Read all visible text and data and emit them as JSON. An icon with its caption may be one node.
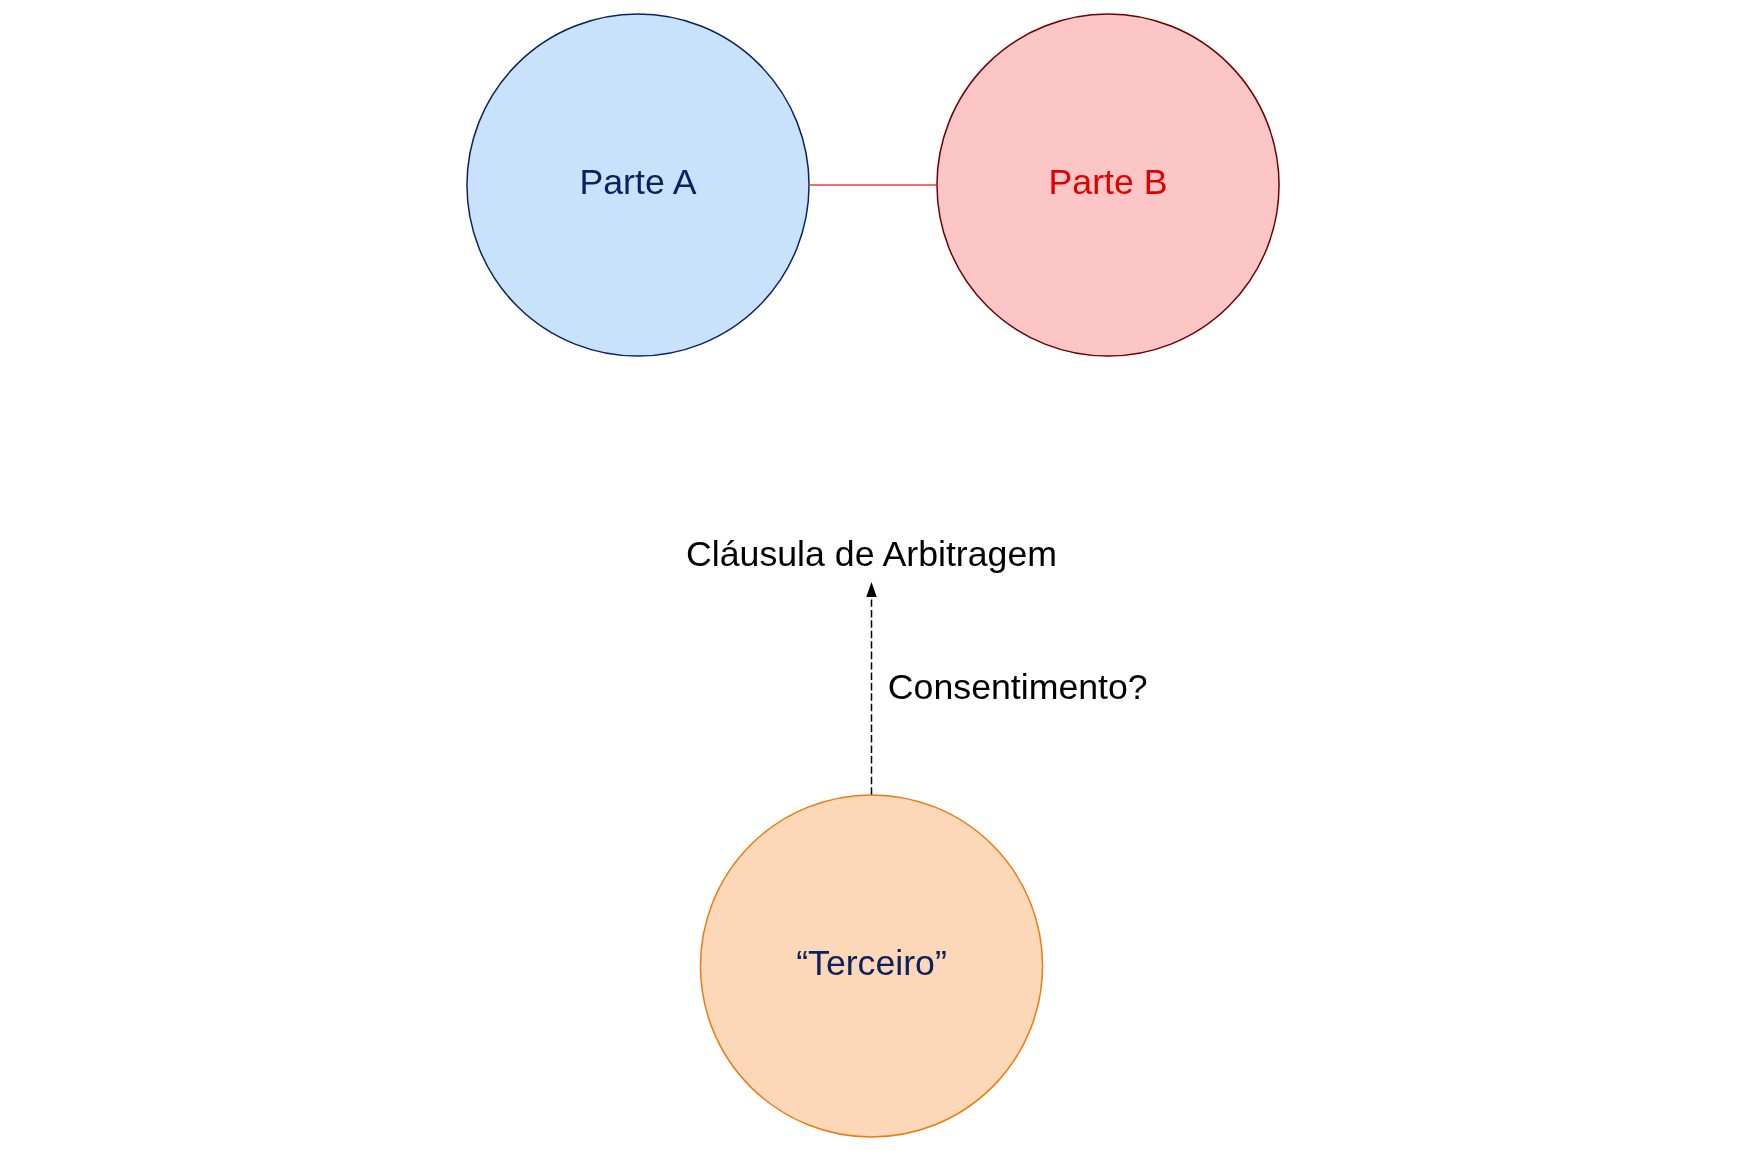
{
  "diagram": {
    "nodes": [
      {
        "text": [
          "Parte A"
        ]
      },
      {
        "text": [
          "Cláusula de Arbitragem"
        ]
      },
      {
        "text": [
          "Parte B"
        ]
      },
      {
        "text": [
          "“Terceiro”"
        ]
      }
    ],
    "edges": [
      {
        "from": 0,
        "to": 2,
        "arrow": "none",
        "color": "#e8403a"
      },
      {
        "from": 3,
        "to": 1,
        "arrow": "to",
        "style": "dashed",
        "color": "#000000",
        "label": "Consentimento?"
      }
    ]
  }
}
